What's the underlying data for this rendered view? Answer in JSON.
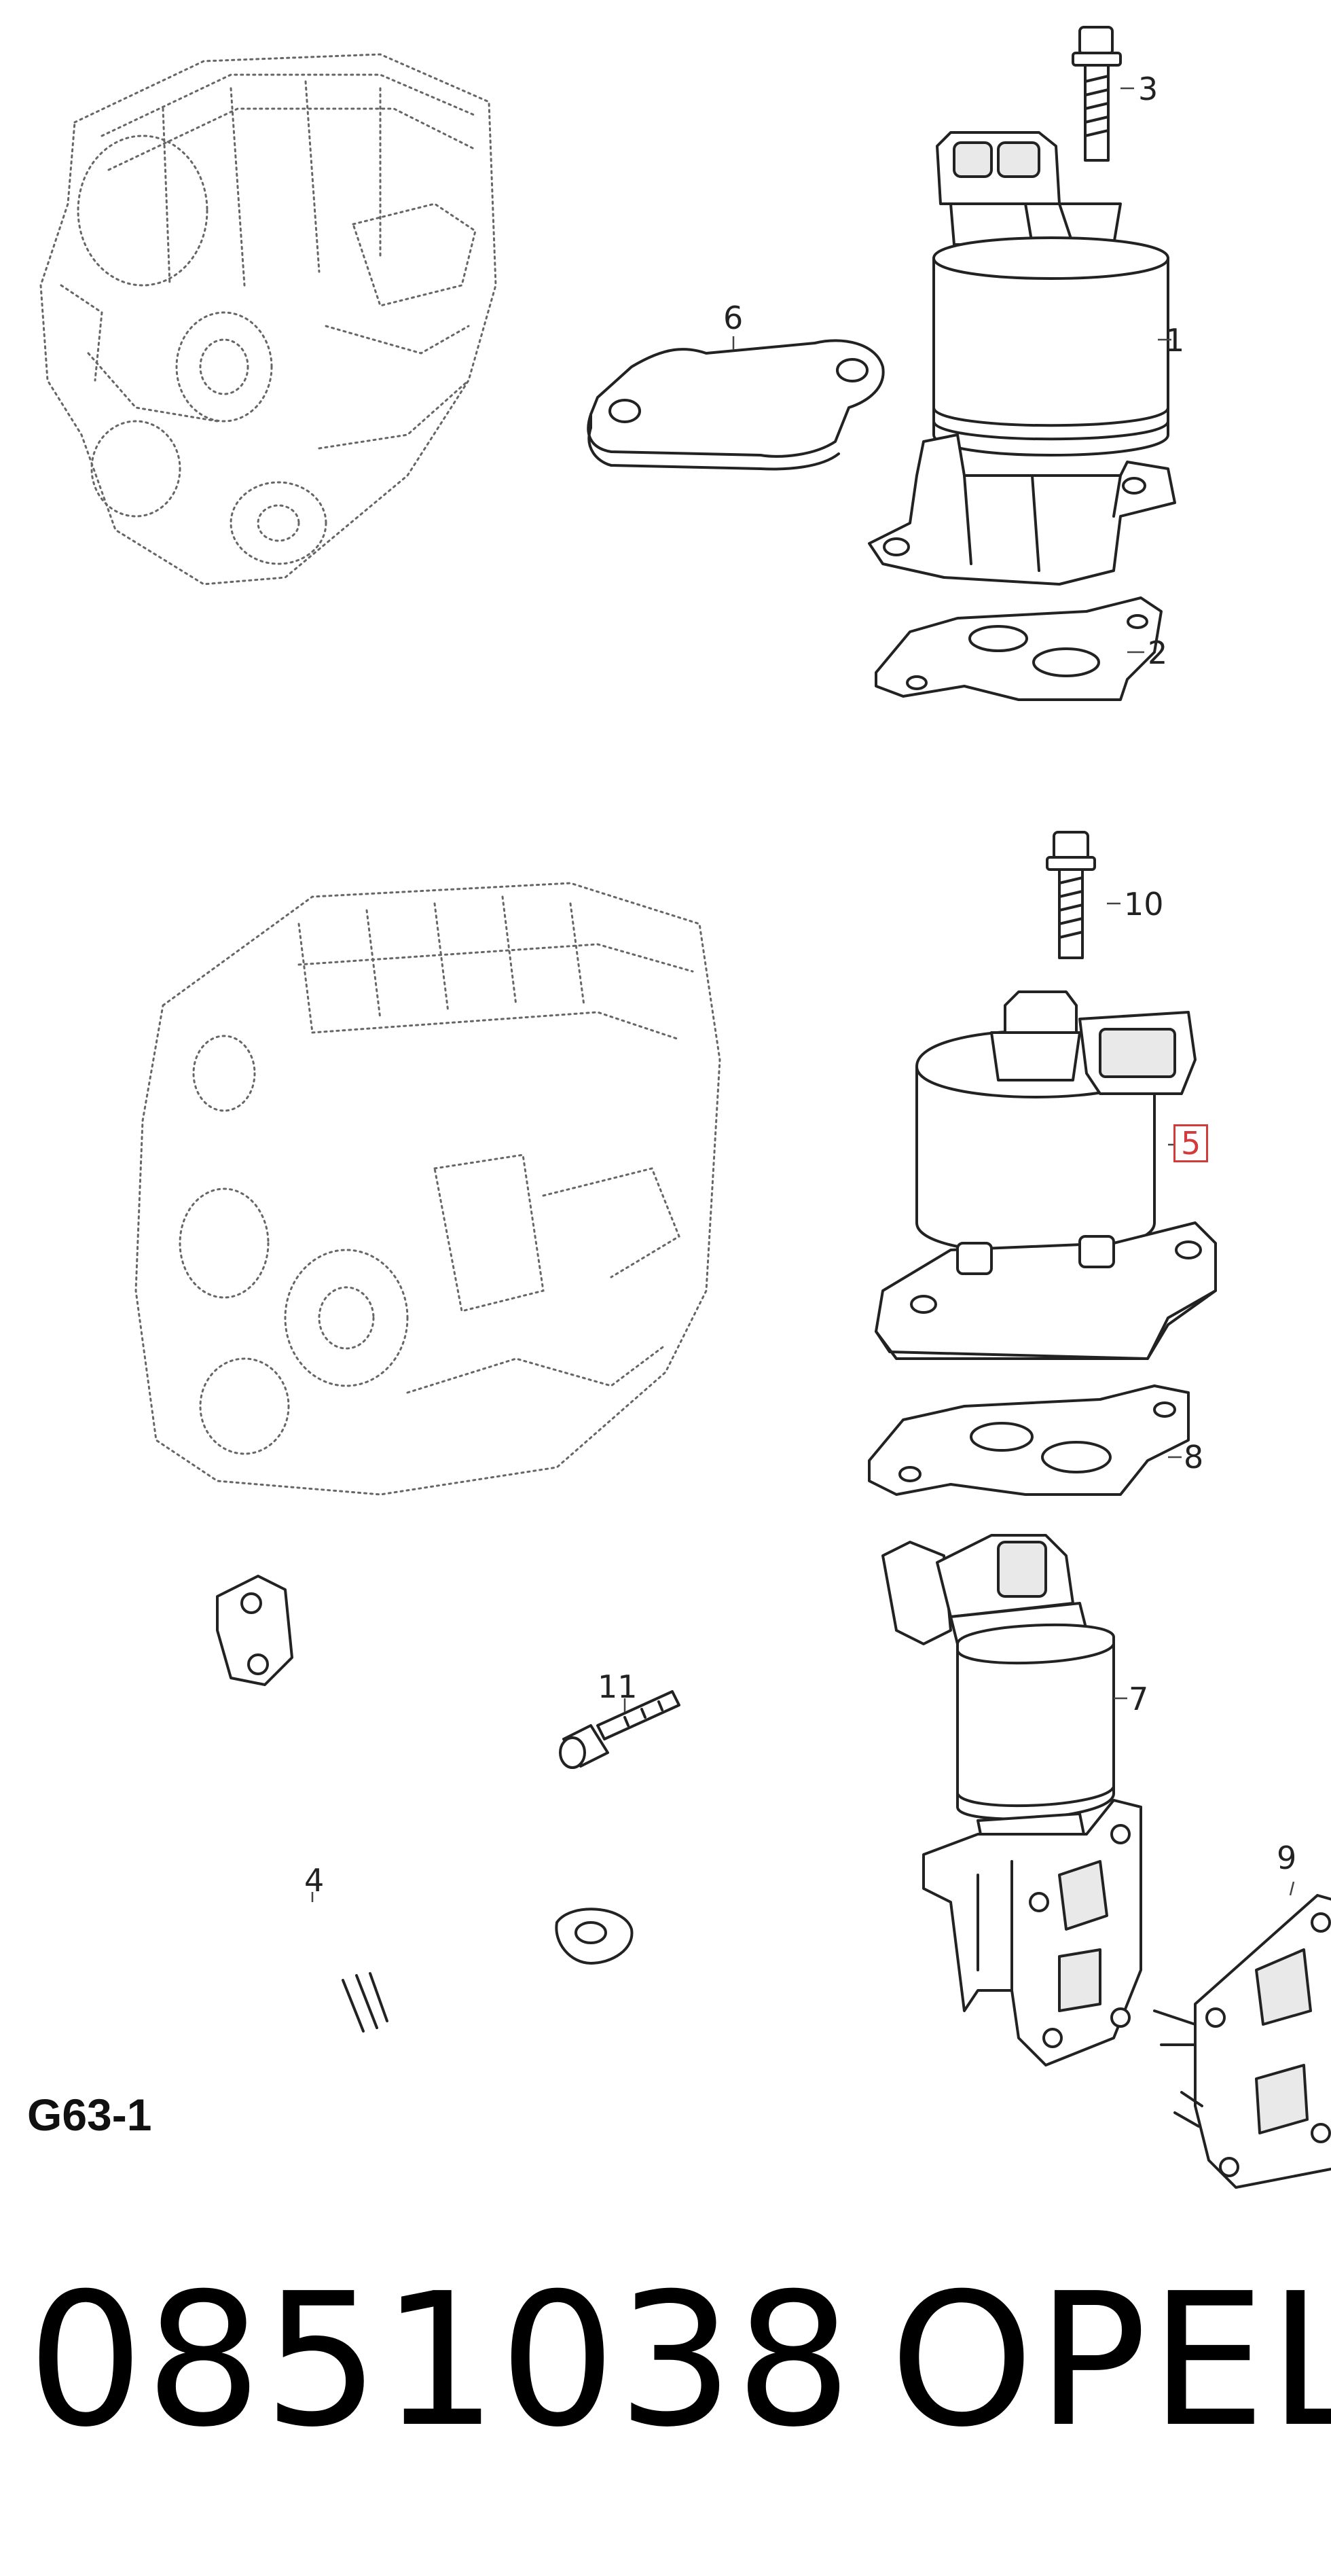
{
  "callouts": {
    "c1": "1",
    "c2": "2",
    "c3": "3",
    "c4": "4",
    "c5": "5",
    "c6": "6",
    "c7": "7",
    "c8": "8",
    "c9": "9",
    "c10": "10",
    "c11": "11"
  },
  "sheet_code": "G63-1",
  "part_number": "0851038",
  "brand": "OPEL",
  "colors": {
    "line": "#222222",
    "highlight_box": "#d33a3a",
    "background": "#ffffff"
  }
}
